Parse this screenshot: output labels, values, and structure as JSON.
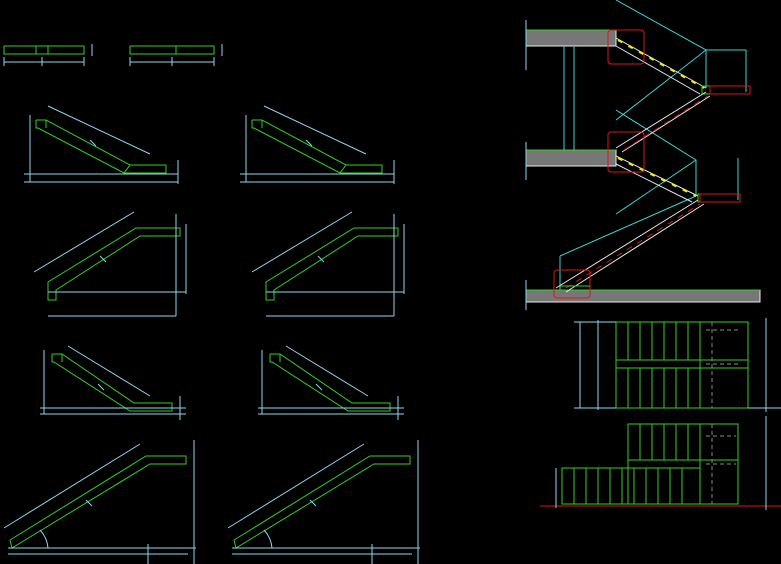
{
  "drawing": {
    "background": "#000000",
    "colors": {
      "element": "#2fd11d",
      "dimension": "#8ad8ee",
      "section": "#33d7d7",
      "cut": "#e01515",
      "nosing": "#f2f200",
      "hatch": "#888888",
      "text": "#e8e8e8"
    },
    "views": [
      "straight-segments",
      "stair-flight-details",
      "stair-section",
      "stair-plan"
    ]
  }
}
